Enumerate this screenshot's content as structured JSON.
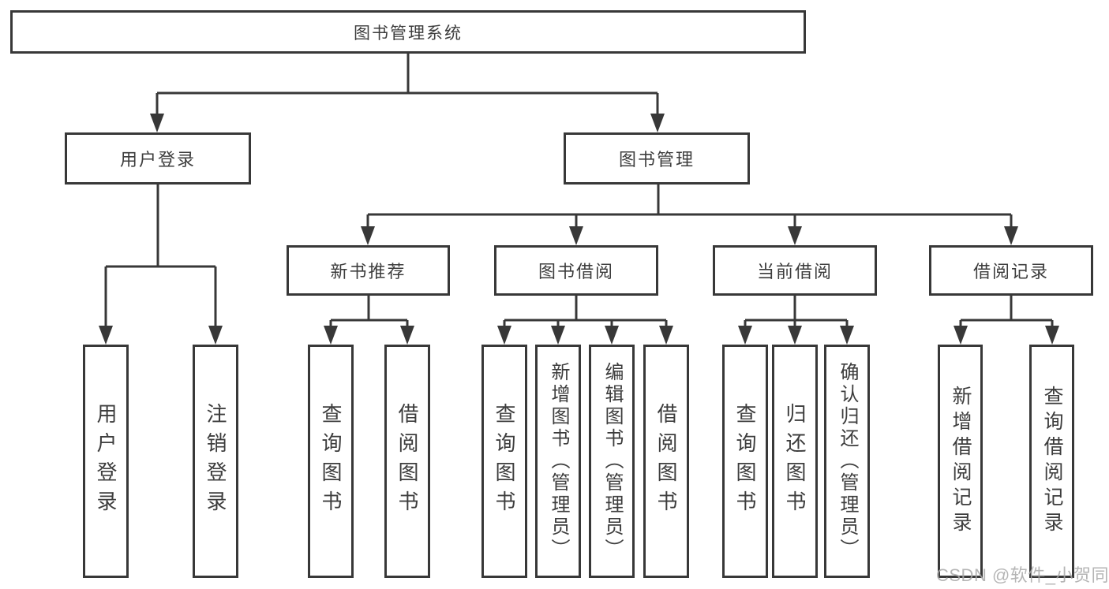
{
  "diagram": {
    "title": "图书管理系统",
    "level2": {
      "user_login": "用户登录",
      "book_mgmt": "图书管理"
    },
    "level3": {
      "new_books": "新书推荐",
      "borrowing": "图书借阅",
      "current": "当前借阅",
      "records": "借阅记录"
    },
    "leaves": {
      "user_login": "用户登录",
      "logout": "注销登录",
      "nb_query": "查询图书",
      "nb_borrow": "借阅图书",
      "bw_query": "查询图书",
      "bw_add": "新增图书（管理员）",
      "bw_edit": "编辑图书（管理员）",
      "bw_borrow": "借阅图书",
      "cur_query": "查询图书",
      "cur_return": "归还图书",
      "cur_confirm": "确认归还（管理员）",
      "rec_add": "新增借阅记录",
      "rec_query": "查询借阅记录"
    }
  },
  "colors": {
    "line": "#383838",
    "box_border": "#383838",
    "text": "#3d3d3d",
    "background": "#ffffff",
    "watermark": "#a9a9a9"
  },
  "watermark": {
    "text": "CSDN @软件_小贺同学"
  }
}
